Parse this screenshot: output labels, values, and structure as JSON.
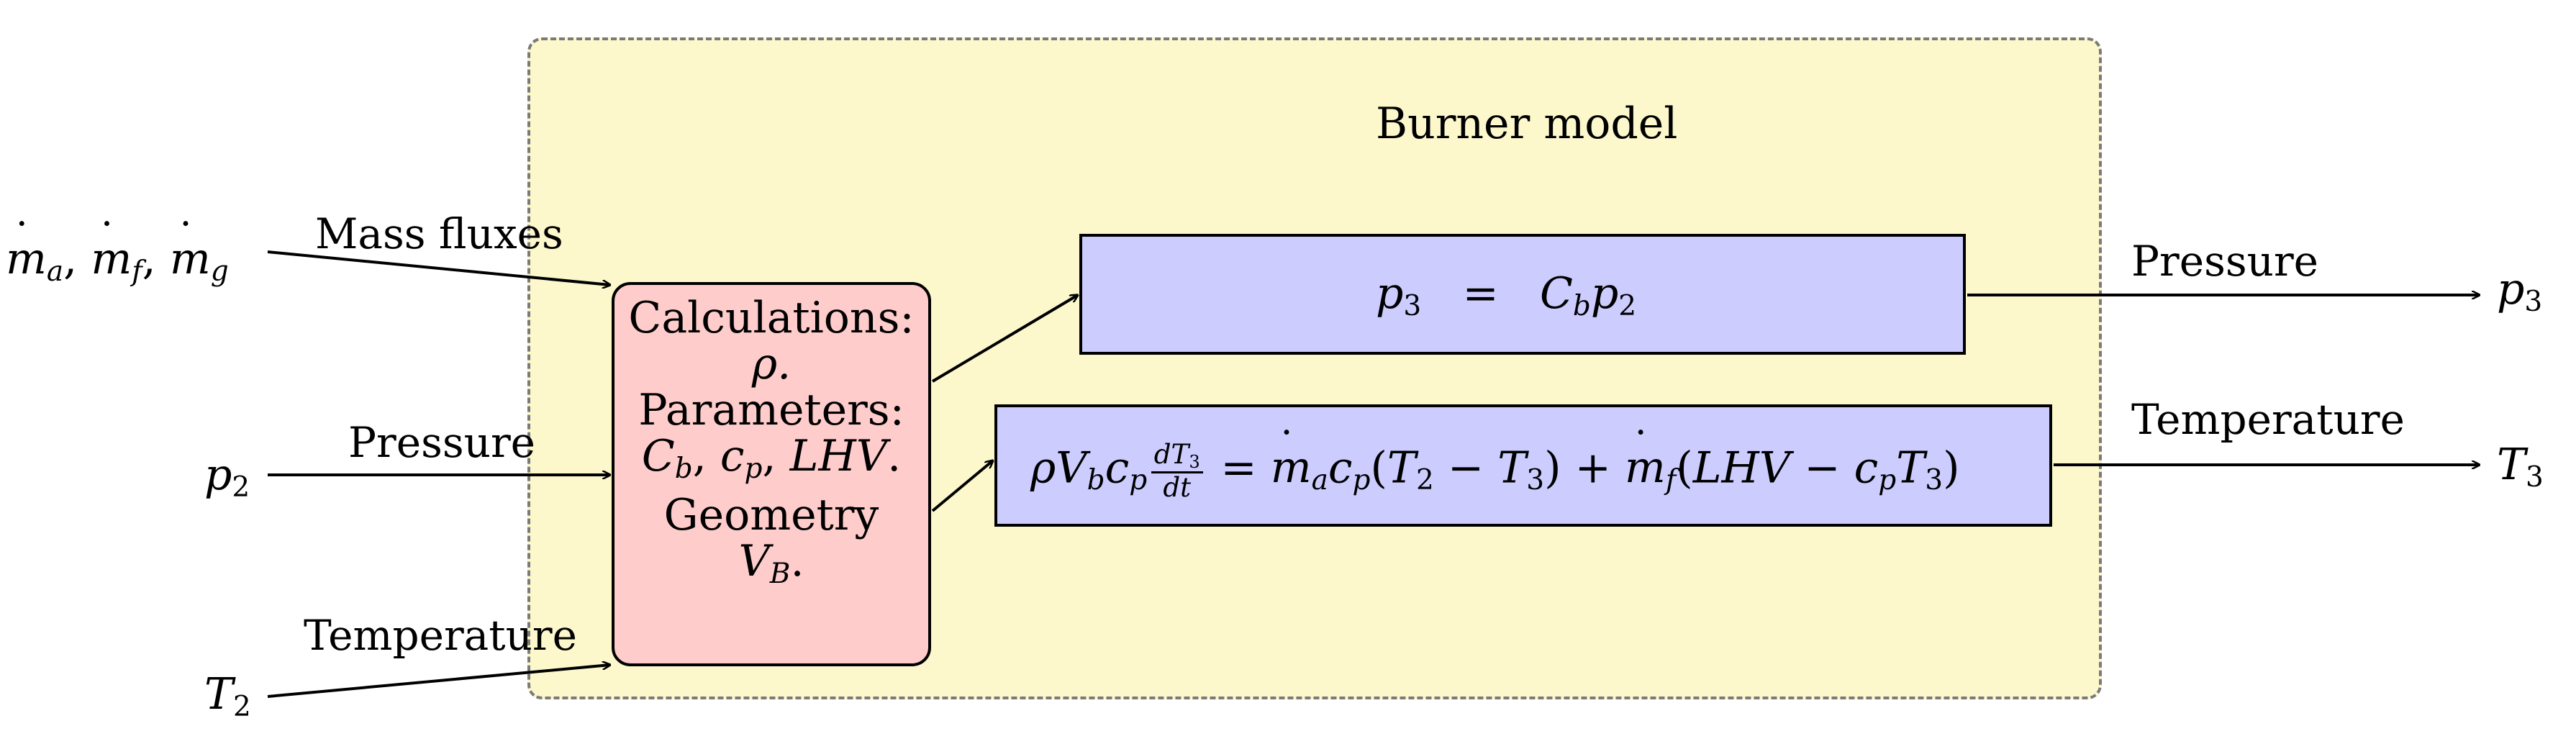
{
  "title": "Burner model",
  "inputs": {
    "mass": {
      "label": "Mass fluxes",
      "symbol": "ṁa, ṁf, ṁg"
    },
    "pressure": {
      "label": "Pressure",
      "symbol": "p2"
    },
    "temperature": {
      "label": "Temperature",
      "symbol": "T2"
    }
  },
  "calc": {
    "line1": "Calculations:",
    "line2": "ρ.",
    "line3": "Parameters:",
    "line4": "Cb, cp, LHV.",
    "line5": "Geometry",
    "line6": "VB."
  },
  "equations": {
    "pressure": "p3 = Cb p2",
    "temperature": "ρ Vb cp dT3/dt = ṁa cp (T2 − T3) + ṁf (LHV − cp T3)"
  },
  "outputs": {
    "pressure": {
      "label": "Pressure",
      "symbol": "p3"
    },
    "temperature": {
      "label": "Temperature",
      "symbol": "T3"
    }
  }
}
